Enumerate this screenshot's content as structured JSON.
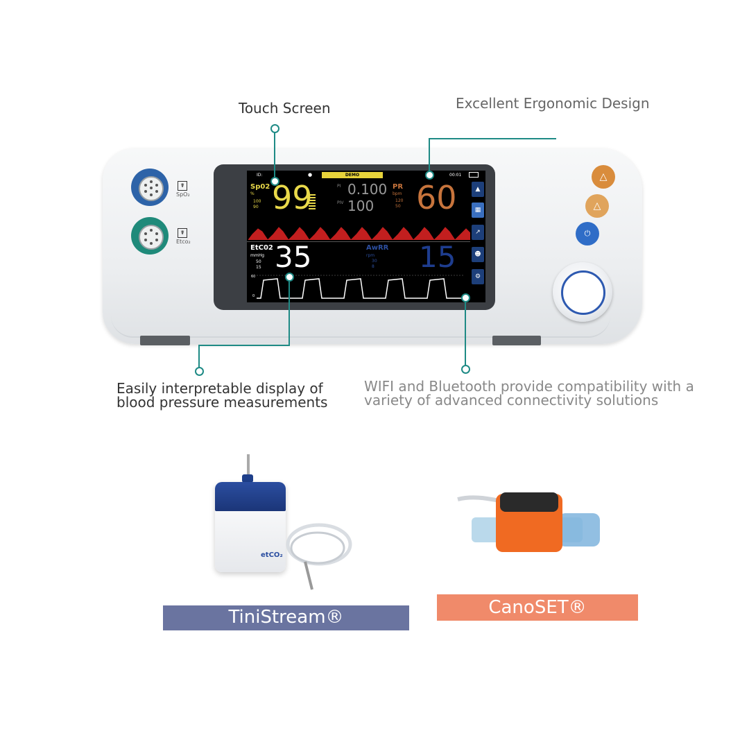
{
  "callouts": {
    "touch_screen": "Touch Screen",
    "ergonomic": "Excellent Ergonomic Design",
    "display_line1": "Easily interpretable display of",
    "display_line2": "blood pressure measurements",
    "wifi_line1": "WIFI and Bluetooth provide compatibility with a",
    "wifi_line2": "variety of advanced connectivity solutions"
  },
  "device": {
    "port_labels": [
      "SpO₂",
      "Etco₂"
    ],
    "screen": {
      "id_label": "ID:",
      "demo": "DEMO",
      "time": "00:01",
      "spo2": {
        "label": "Sp02",
        "unit": "%",
        "limits": [
          "100",
          "90"
        ],
        "value": "99"
      },
      "pi": {
        "label": "PI",
        "value": "0.100"
      },
      "pvi": {
        "label": "PIV",
        "value": "100"
      },
      "pr": {
        "label": "PR",
        "unit": "bpm",
        "limits": [
          "120",
          "50"
        ],
        "value": "60"
      },
      "etco2": {
        "label": "EtC02",
        "unit": "mmHg",
        "limits": [
          "50",
          "15"
        ],
        "value": "35"
      },
      "awrr": {
        "label": "AwRR",
        "unit": "rpm",
        "limits": [
          "30",
          "8"
        ],
        "value": "15"
      },
      "capno_scale": [
        "60",
        "0"
      ]
    },
    "buttons": [
      "alarm-pause",
      "alarm-silence",
      "power"
    ],
    "colors": {
      "spo2": "#e9d94a",
      "pr": "#c7743c",
      "etco2": "#ffffff",
      "awrr": "#1e3d8f",
      "pleth": "#c21f1f",
      "leader": "#1e8a85"
    }
  },
  "products": [
    {
      "name": "TiniStream®",
      "device_text": "etCO₂",
      "bar_color": "#6a74a0"
    },
    {
      "name": "CanoSET®",
      "bar_color": "#f08a6a"
    }
  ]
}
